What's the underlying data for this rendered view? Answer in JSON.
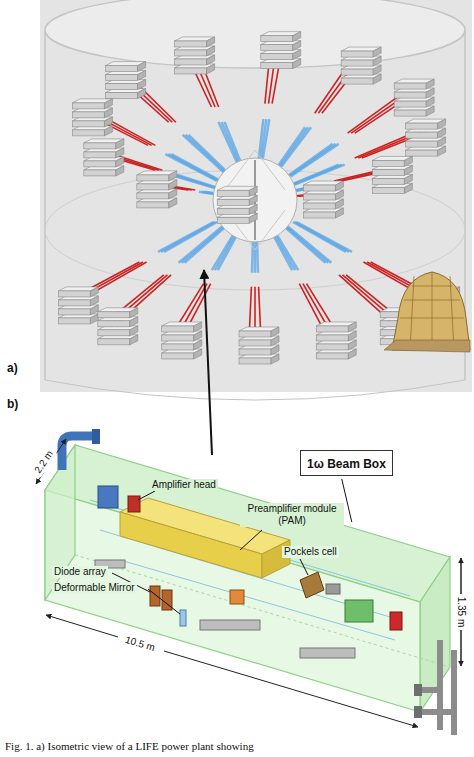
{
  "diagram": {
    "caption": "Fig. 1. a) Isometric view of a LIFE power plant showing",
    "nodes": [
      {
        "text": [
          "1ω Beam Box"
        ]
      }
    ],
    "labels": [
      "a)",
      "b)",
      "2.2 m",
      "Amplifier head",
      "Preamplifier module (PAM)",
      "Pockels cell",
      "Diode array",
      "Deformable Mirror",
      "1.35 m",
      "10.5 m"
    ]
  }
}
